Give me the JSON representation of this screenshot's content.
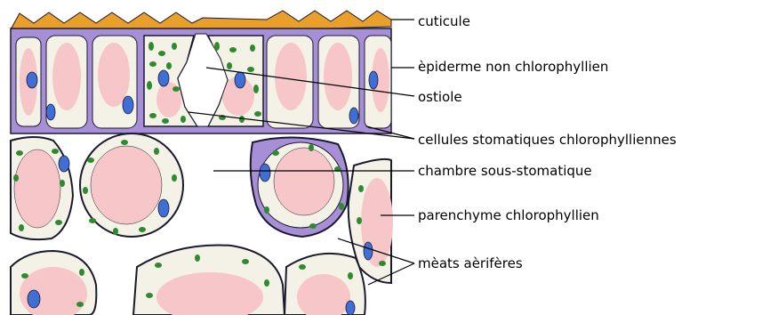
{
  "labels": {
    "cuticule": "cuticule",
    "epiderme": "èpiderme non chlorophyllien",
    "ostiole": "ostiole",
    "cellules_stomatiques": "cellules stomatiques chlorophylliennes",
    "chambre": "chambre sous-stomatique",
    "parenchyme": "parenchyme  chlorophyllien",
    "meats": "mèats aèrifères"
  },
  "colors": {
    "cuticle": "#e8a02a",
    "cell_wall": "#a78fd8",
    "wall_outline": "#1a1a2e",
    "vacuole": "#f6c6c8",
    "cytoplasm": "#f4f2e6",
    "nucleus": "#3f6fd6",
    "chloroplast": "#2f8a2f"
  }
}
